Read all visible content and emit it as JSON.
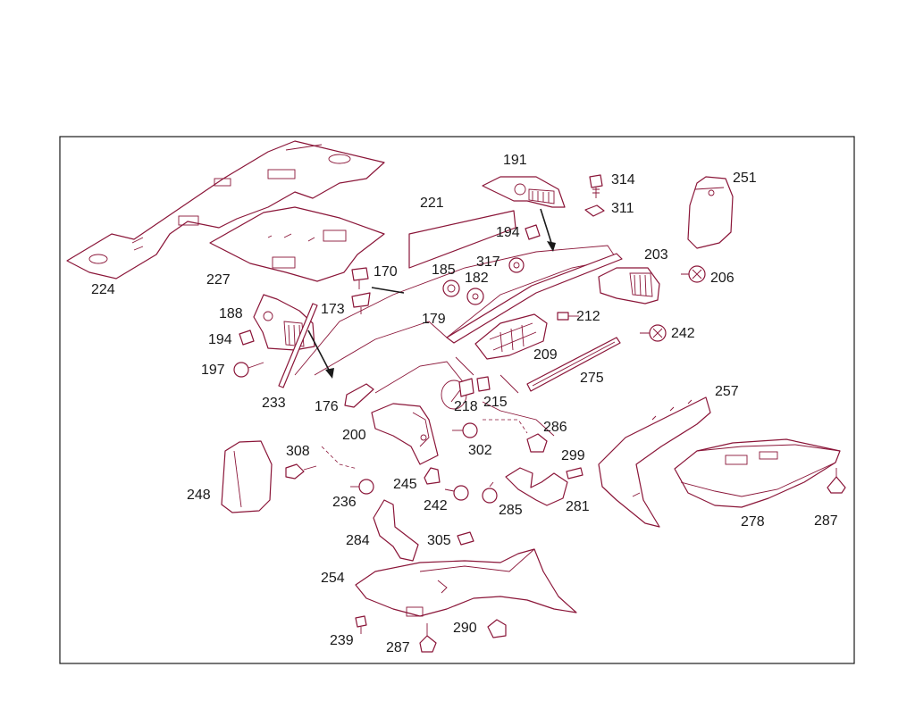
{
  "labels": {
    "l191": "191",
    "l314": "314",
    "l311": "311",
    "l251": "251",
    "l221": "221",
    "l194a": "194",
    "l224": "224",
    "l227": "227",
    "l170": "170",
    "l185": "185",
    "l317": "317",
    "l182": "182",
    "l203": "203",
    "l206": "206",
    "l188": "188",
    "l173": "173",
    "l179": "179",
    "l212": "212",
    "l194b": "194",
    "l242a": "242",
    "l197": "197",
    "l209": "209",
    "l275": "275",
    "l233": "233",
    "l176": "176",
    "l218": "218",
    "l215": "215",
    "l257": "257",
    "l286": "286",
    "l200": "200",
    "l302": "302",
    "l308": "308",
    "l299": "299",
    "l248": "248",
    "l245": "245",
    "l236": "236",
    "l242b": "242",
    "l285": "285",
    "l281": "281",
    "l278": "278",
    "l287a": "287",
    "l284": "284",
    "l305": "305",
    "l254": "254",
    "l239": "239",
    "l287b": "287",
    "l290": "290"
  },
  "colors": {
    "line": "#8a1538",
    "text": "#1a1a1a",
    "frame": "#1a1a1a"
  }
}
